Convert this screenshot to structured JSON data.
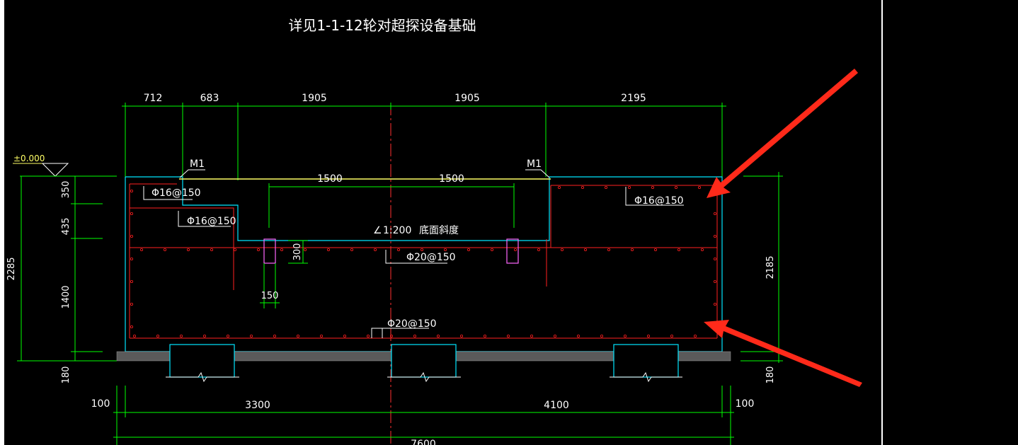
{
  "title": "详见1-1-12轮对超探设备基础",
  "elevation": "±0.000",
  "top_dims": [
    "712",
    "683",
    "1905",
    "1905",
    "2195"
  ],
  "marks": [
    "M1",
    "M1"
  ],
  "inner_dims": [
    "1500",
    "1500"
  ],
  "rebars": [
    "Φ16@150",
    "Φ16@150",
    "Φ16@150",
    "Φ20@150",
    "Φ20@150"
  ],
  "slope_label": "1:200",
  "slope_note": "底面斜度",
  "left_dims": [
    "350",
    "435",
    "1400",
    "2285",
    "180"
  ],
  "right_dims": [
    "2185",
    "180"
  ],
  "pocket_dims": [
    "300",
    "150"
  ],
  "bottom_dims": [
    "100",
    "3300",
    "4100",
    "100",
    "7600"
  ],
  "colors": {
    "dim": "#00ff00",
    "rebar": "#ff2020",
    "outline": "#00e5ff",
    "slab": "#ffff66",
    "pocket": "#ff66ff",
    "arrow": "#ff2a1a",
    "text": "#ffffff",
    "center": "#ff3030"
  }
}
